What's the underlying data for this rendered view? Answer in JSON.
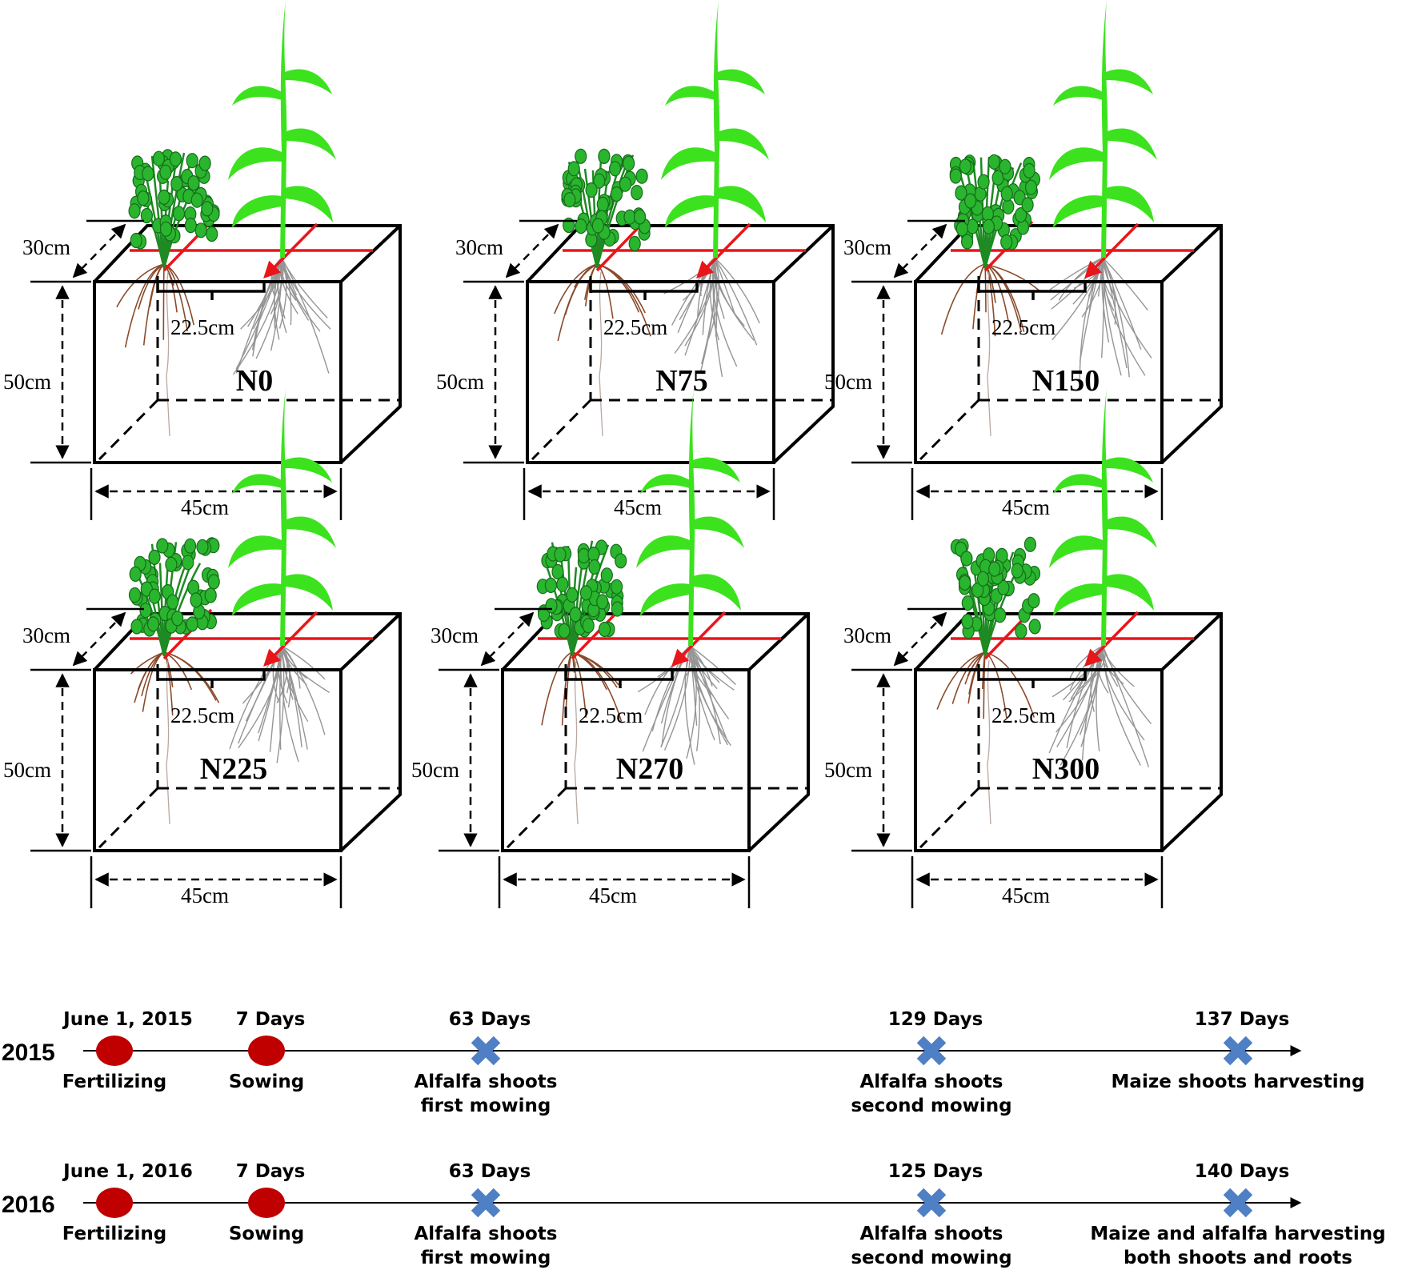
{
  "treatments": [
    {
      "id": "n0",
      "label": "N0"
    },
    {
      "id": "n75",
      "label": "N75"
    },
    {
      "id": "n150",
      "label": "N150"
    },
    {
      "id": "n225",
      "label": "N225"
    },
    {
      "id": "n270",
      "label": "N270"
    },
    {
      "id": "n300",
      "label": "N300"
    }
  ],
  "dimensions": {
    "depth": "30cm",
    "height": "50cm",
    "width": "45cm",
    "spacing": "22.5cm"
  },
  "colors": {
    "box": "#000000",
    "sowing_line": "#e8161b",
    "maize": "#3ce21e",
    "alfalfa": "#2ab52e",
    "alfalfa_root": "#8a4a2a",
    "maize_root": "#8a8a8a",
    "circle_marker": "#c00000",
    "cross_marker": "#4f7fc4"
  },
  "timelines": [
    {
      "year": "2015",
      "events": [
        {
          "marker": "circle",
          "top": "June 1, 2015",
          "bottom": [
            "Fertilizing"
          ]
        },
        {
          "marker": "circle",
          "top": "7 Days",
          "bottom": [
            "Sowing"
          ]
        },
        {
          "marker": "cross",
          "top": "63 Days",
          "bottom": [
            "Alfalfa shoots",
            "first mowing"
          ]
        },
        {
          "marker": "cross",
          "top": "129 Days",
          "bottom": [
            "Alfalfa shoots",
            "second mowing"
          ]
        },
        {
          "marker": "cross",
          "top": "137 Days",
          "bottom": [
            "Maize shoots harvesting"
          ]
        }
      ]
    },
    {
      "year": "2016",
      "events": [
        {
          "marker": "circle",
          "top": "June 1, 2016",
          "bottom": [
            "Fertilizing"
          ]
        },
        {
          "marker": "circle",
          "top": "7 Days",
          "bottom": [
            "Sowing"
          ]
        },
        {
          "marker": "cross",
          "top": "63 Days",
          "bottom": [
            "Alfalfa shoots",
            "first mowing"
          ]
        },
        {
          "marker": "cross",
          "top": "125 Days",
          "bottom": [
            "Alfalfa shoots",
            "second mowing"
          ]
        },
        {
          "marker": "cross",
          "top": "140 Days",
          "bottom": [
            "Maize and alfalfa harvesting",
            "both shoots and roots"
          ]
        }
      ]
    }
  ]
}
